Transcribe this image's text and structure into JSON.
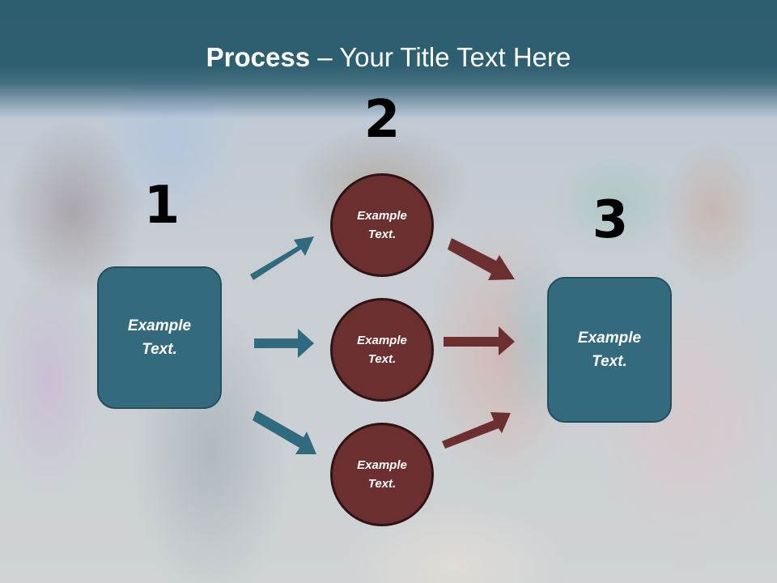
{
  "slide": {
    "title_bold": "Process",
    "title_rest": " – Your Title Text Here"
  },
  "steps": [
    {
      "number": "1",
      "label": "Example\nText."
    },
    {
      "number": "2",
      "label": ""
    },
    {
      "number": "3",
      "label": "Example\nText."
    }
  ],
  "circles": [
    {
      "label": "Example\nText."
    },
    {
      "label": "Example\nText."
    },
    {
      "label": "Example\nText."
    }
  ],
  "colors": {
    "header": "#2e5f70",
    "box_fill": "#346a7e",
    "circle_fill": "#6b2f2f",
    "teal_arrow": "#2f6a7e",
    "maroon_arrow": "#6b2f2f"
  }
}
